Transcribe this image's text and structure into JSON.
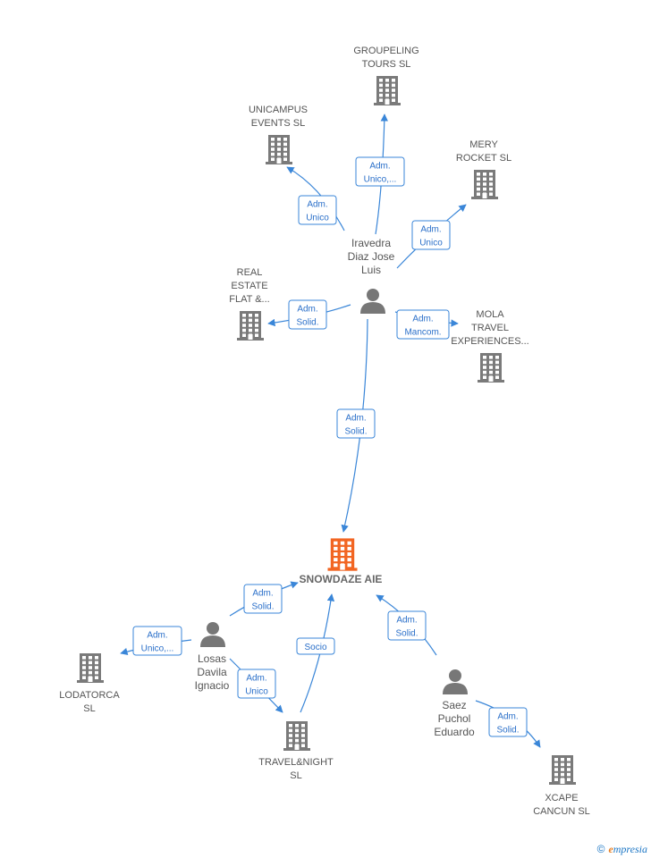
{
  "colors": {
    "edge": "#3a86d8",
    "building": "#7a7a7a",
    "main": "#f26522",
    "person": "#777777"
  },
  "main_node": {
    "label": "SNOWDAZE AIE"
  },
  "companies": [
    {
      "id": "groupeling",
      "lines": [
        "GROUPELING",
        "TOURS  SL"
      ]
    },
    {
      "id": "unicampus",
      "lines": [
        "UNICAMPUS",
        "EVENTS SL"
      ]
    },
    {
      "id": "mery",
      "lines": [
        "MERY",
        "ROCKET  SL"
      ]
    },
    {
      "id": "realestate",
      "lines": [
        "REAL",
        "ESTATE",
        "FLAT &..."
      ]
    },
    {
      "id": "mola",
      "lines": [
        "MOLA",
        "TRAVEL",
        "EXPERIENCES..."
      ]
    },
    {
      "id": "lodatorca",
      "lines": [
        "LODATORCA",
        "SL"
      ]
    },
    {
      "id": "travelnight",
      "lines": [
        "TRAVEL&NIGHT",
        "SL"
      ]
    },
    {
      "id": "xcape",
      "lines": [
        "XCAPE",
        "CANCUN SL"
      ]
    }
  ],
  "persons": [
    {
      "id": "iravedra",
      "lines": [
        "Iravedra",
        "Diaz Jose",
        "Luis"
      ]
    },
    {
      "id": "losas",
      "lines": [
        "Losas",
        "Davila",
        "Ignacio"
      ]
    },
    {
      "id": "saez",
      "lines": [
        "Saez",
        "Puchol",
        "Eduardo"
      ]
    }
  ],
  "edges": [
    {
      "id": "e1",
      "lines": [
        "Adm.",
        "Unico,..."
      ]
    },
    {
      "id": "e2",
      "lines": [
        "Adm.",
        "Unico"
      ]
    },
    {
      "id": "e3",
      "lines": [
        "Adm.",
        "Unico"
      ]
    },
    {
      "id": "e4",
      "lines": [
        "Adm.",
        "Solid."
      ]
    },
    {
      "id": "e5",
      "lines": [
        "Adm.",
        "Mancom."
      ]
    },
    {
      "id": "e6",
      "lines": [
        "Adm.",
        "Solid."
      ]
    },
    {
      "id": "e7",
      "lines": [
        "Adm.",
        "Solid."
      ]
    },
    {
      "id": "e8",
      "lines": [
        "Adm.",
        "Unico,..."
      ]
    },
    {
      "id": "e9",
      "lines": [
        "Adm.",
        "Unico"
      ]
    },
    {
      "id": "e10",
      "lines": [
        "Socio"
      ]
    },
    {
      "id": "e11",
      "lines": [
        "Adm.",
        "Solid."
      ]
    },
    {
      "id": "e12",
      "lines": [
        "Adm.",
        "Solid."
      ]
    }
  ],
  "footer": {
    "copyright": "©",
    "brand_initial": "e",
    "brand_rest": "mpresia"
  }
}
